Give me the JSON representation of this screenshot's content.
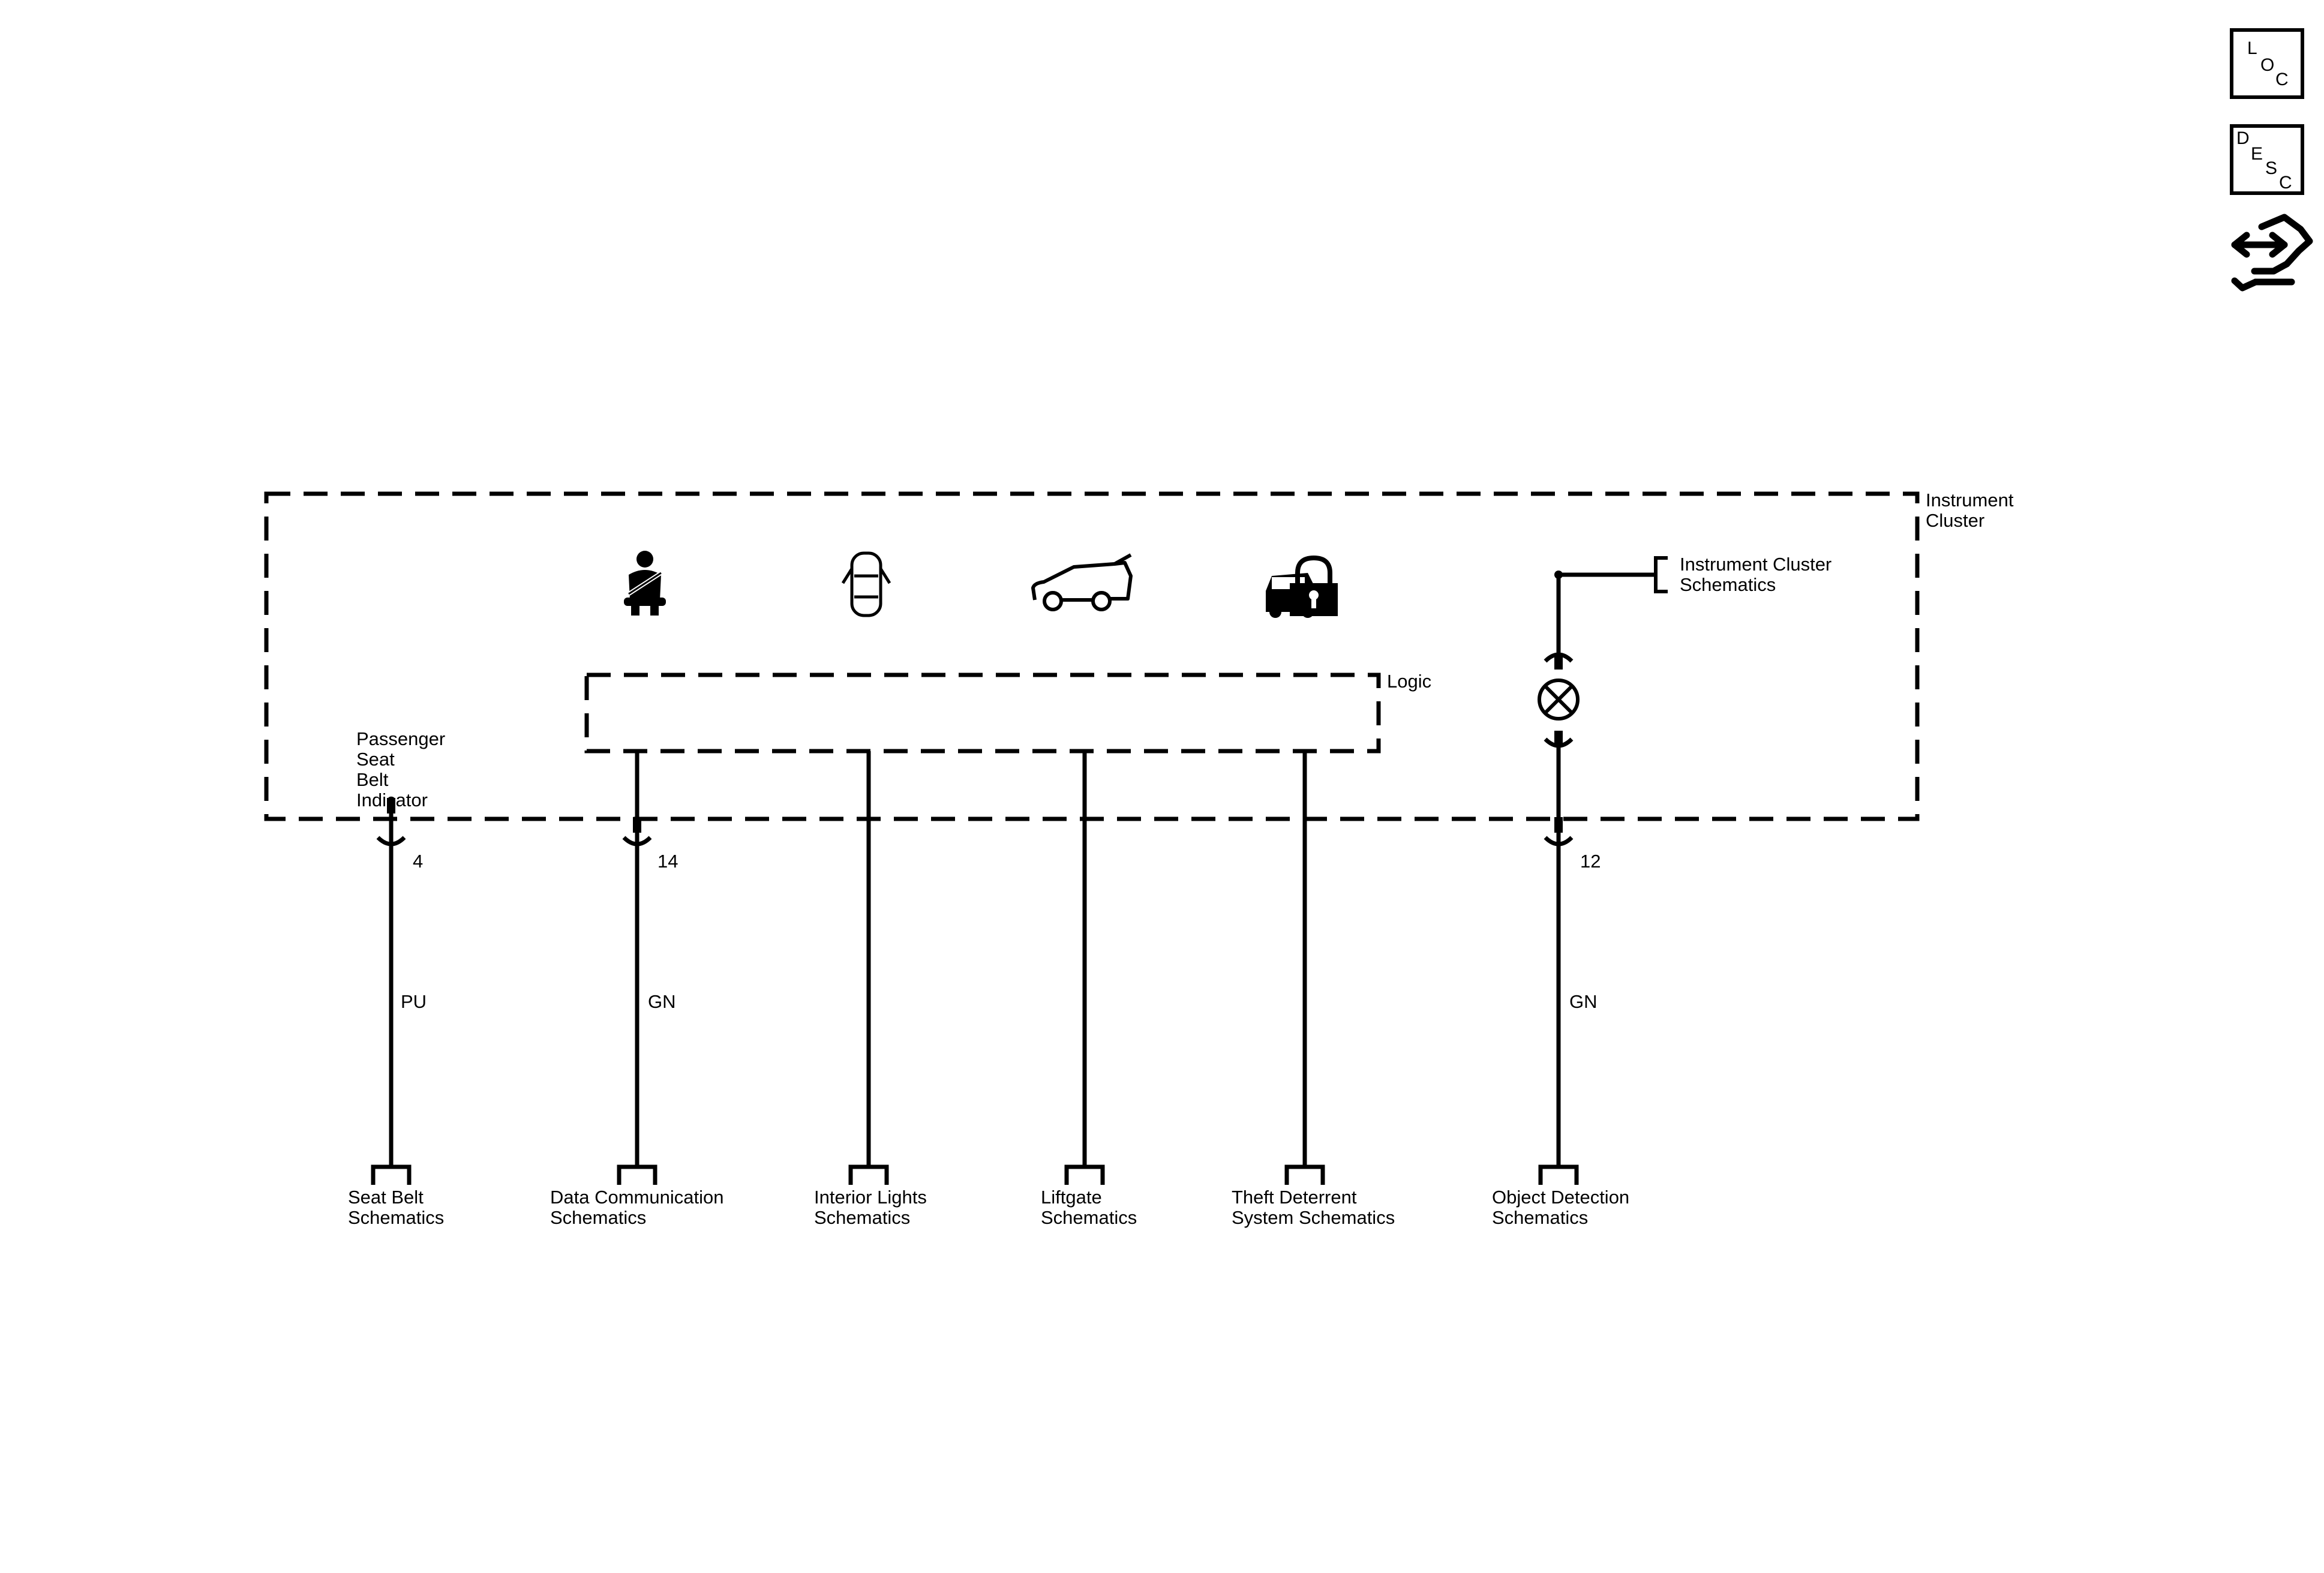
{
  "diagram": {
    "sidebar": {
      "loc_button": {
        "letters": [
          "L",
          "O",
          "C"
        ]
      },
      "desc_button": {
        "letters": [
          "D",
          "E",
          "S",
          "C"
        ]
      },
      "connector_icon": "connector-icon"
    },
    "cluster": {
      "label_line1": "Instrument",
      "label_line2": "Cluster",
      "logic_label": "Logic",
      "ic_schematics_line1": "Instrument Cluster",
      "ic_schematics_line2": "Schematics",
      "indicator_label": [
        "Passenger",
        "Seat",
        "Belt",
        "Indicator"
      ],
      "icons": [
        "seat-belt-icon",
        "door-open-icon",
        "liftgate-icon",
        "theft-deterrent-icon",
        "lamp-icon"
      ]
    },
    "pins": {
      "pin_4": "4",
      "pin_14": "14",
      "pin_12": "12"
    },
    "wires": {
      "wire_4": "PU",
      "wire_14": "GN",
      "wire_12": "GN"
    },
    "refs": {
      "seat_belt": [
        "Seat Belt",
        "Schematics"
      ],
      "data_comm": [
        "Data Communication",
        "Schematics"
      ],
      "interior_lights": [
        "Interior Lights",
        "Schematics"
      ],
      "liftgate": [
        "Liftgate",
        "Schematics"
      ],
      "theft": [
        "Theft Deterrent",
        "System Schematics"
      ],
      "object_detection": [
        "Object Detection",
        "Schematics"
      ]
    }
  }
}
